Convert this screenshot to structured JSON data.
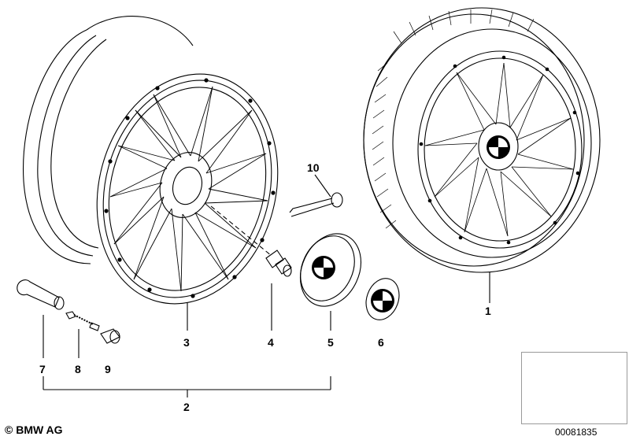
{
  "callouts": {
    "c1": "1",
    "c2": "2",
    "c3": "3",
    "c4": "4",
    "c5": "5",
    "c6": "6",
    "c7": "7",
    "c8": "8",
    "c9": "9",
    "c10": "10"
  },
  "footer": {
    "copyright": "© BMW AG",
    "reference": "00081835"
  },
  "colors": {
    "line": "#000000",
    "background": "#ffffff",
    "thumbnail_border": "#9a9a9a"
  }
}
